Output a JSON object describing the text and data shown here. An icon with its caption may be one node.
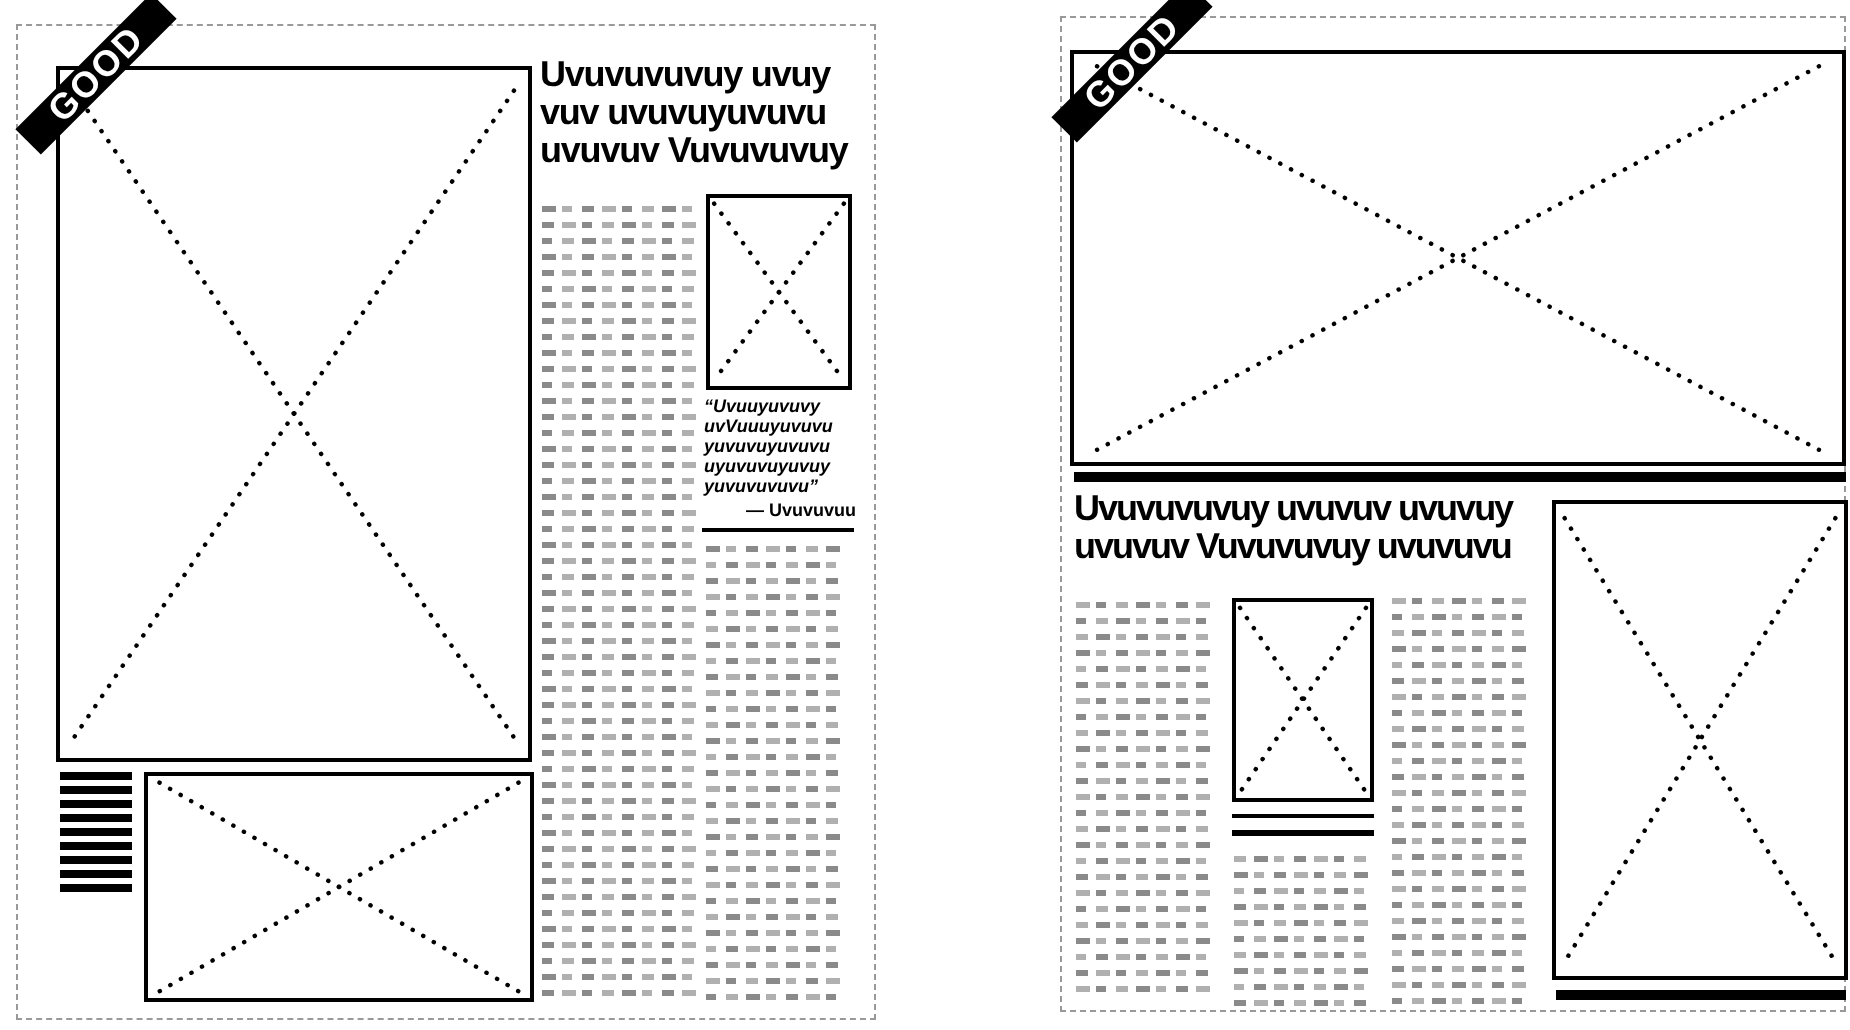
{
  "diagram": {
    "labels": [
      "GOOD",
      "Uvuvuvuvuy uvuy vuv uvuvuyuvuvu uvuvuv Vuvuvuvuy",
      "“Uvuuyuvuvy uvVuuuyuvuvu yuvuvuyuvuvu uyuvuvuyuvuy yuvuvuvuvu”",
      "— Uvuvuvuu",
      "GOOD",
      "Uvuvuvuvuy uvuvuv uvuvuy uvuvuv Vuvuvuvuy uvuvuvu"
    ]
  }
}
